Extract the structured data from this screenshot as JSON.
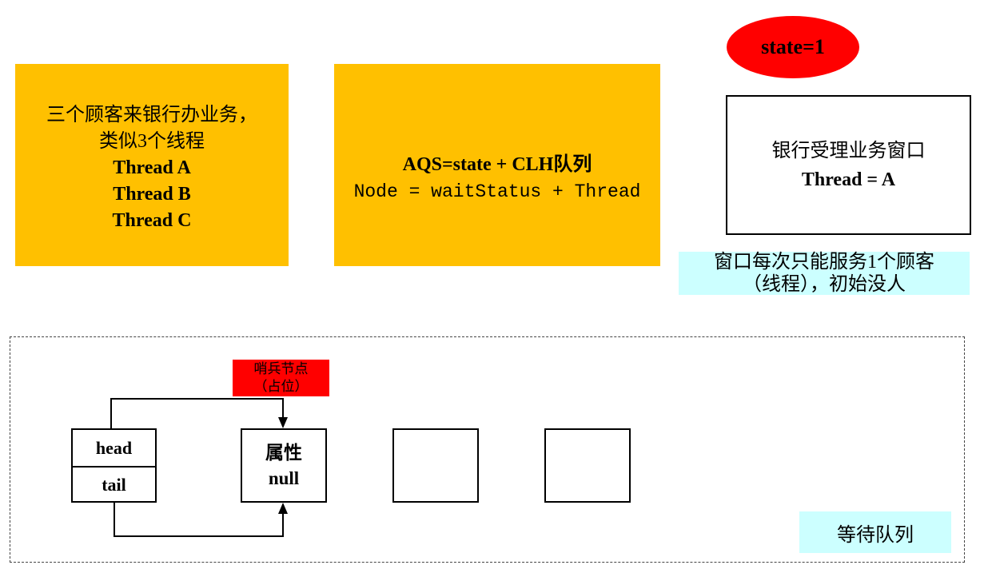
{
  "customers_box": {
    "line1": "三个顾客来银行办业务，",
    "line2": "类似3个线程",
    "thread_a": "Thread A",
    "thread_b": "Thread B",
    "thread_c": "Thread C"
  },
  "aqs_box": {
    "line1": "AQS=state + CLH队列",
    "line2": "Node = waitStatus + Thread"
  },
  "state_oval": {
    "text": "state=1"
  },
  "window_box": {
    "line1": "银行受理业务窗口",
    "line2": "Thread = A"
  },
  "window_note": {
    "line1": "窗口每次只能服务1个顾客",
    "line2": "（线程），初始没人"
  },
  "sentinel_label": {
    "line1": "哨兵节点",
    "line2": "（占位）"
  },
  "head_tail_node": {
    "head": "head",
    "tail": "tail"
  },
  "attr_node": {
    "line1": "属性",
    "line2": "null"
  },
  "wait_queue_label": {
    "text": "等待队列"
  },
  "colors": {
    "orange": "#FFC000",
    "red": "#FF0000",
    "light_cyan": "#CCFFFF"
  }
}
